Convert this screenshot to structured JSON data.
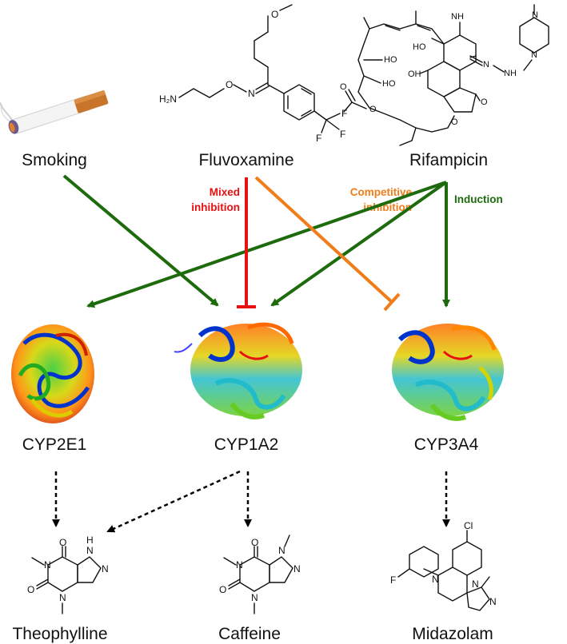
{
  "drugs": {
    "smoking": "Smoking",
    "fluvoxamine": "Fluvoxamine",
    "rifampicin": "Rifampicin"
  },
  "enzymes": {
    "cyp2e1": "CYP2E1",
    "cyp1a2": "CYP1A2",
    "cyp3a4": "CYP3A4"
  },
  "products": {
    "theophylline": "Theophylline",
    "caffeine": "Caffeine",
    "midazolam": "Midazolam"
  },
  "edge_labels": {
    "mixed_1": "Mixed",
    "mixed_2": "inhibition",
    "competitive_1": "Competitive",
    "competitive_2": "inhibition",
    "induction": "Induction"
  },
  "atoms": {
    "fluvox_h2n": "H₂N",
    "fluvox_o": "O",
    "fluvox_n": "N",
    "fluvox_o_top": "O",
    "fluvox_f1": "F",
    "fluvox_f2": "F",
    "fluvox_f3": "F",
    "rif_nh": "NH",
    "rif_ho1": "HO",
    "rif_ho2": "HO",
    "rif_ho3": "HO",
    "rif_oh": "OH",
    "rif_o1": "O",
    "rif_o2": "O",
    "rif_o3": "O",
    "rif_o4": "O",
    "rif_n1": "N",
    "rif_n2": "N",
    "rif_n3": "N",
    "rif_nh2": "NH",
    "theo_o1": "O",
    "theo_o2": "O",
    "theo_n1": "N",
    "theo_n2": "N",
    "theo_n3": "N",
    "theo_nh": "N",
    "theo_h": "H",
    "caf_o1": "O",
    "caf_o2": "O",
    "caf_n1": "N",
    "caf_n2": "N",
    "caf_n3": "N",
    "caf_n4": "N",
    "mid_cl": "Cl",
    "mid_f": "F",
    "mid_n1": "N",
    "mid_n2": "N",
    "mid_n3": "N"
  },
  "colors": {
    "induction": "#1e6b0e",
    "mixed": "#e81010",
    "competitive": "#f07d1a",
    "metabolism": "#000000"
  }
}
